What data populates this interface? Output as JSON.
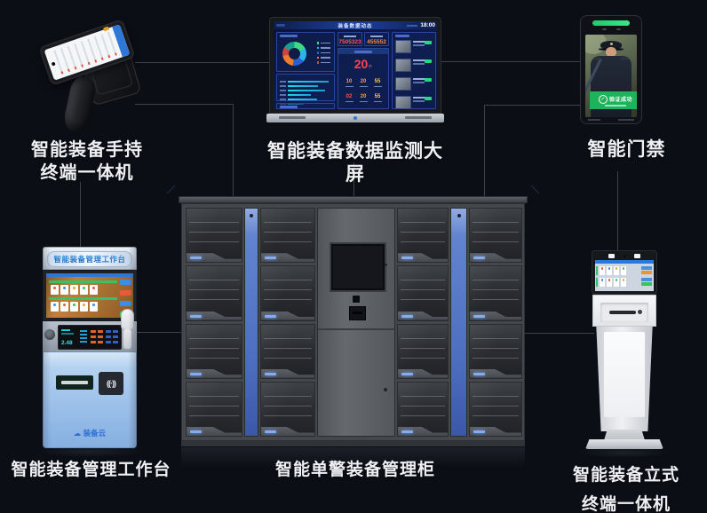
{
  "scene": {
    "background": "#0c0e15",
    "connector_color": "#3d414b"
  },
  "labels": {
    "handheld_line1": "智能装备手持",
    "handheld_line2": "终端一体机",
    "monitor": "智能装备数据监测大屏",
    "access": "智能门禁",
    "workstation": "智能装备管理工作台",
    "cabinet": "智能单警装备管理柜",
    "kiosk_line1": "智能装备立式",
    "kiosk_line2": "终端一体机"
  },
  "dashboard": {
    "title": "装备数据动态",
    "time": "18:00",
    "stat_left": "7505323",
    "stat_right": "455552",
    "big_value": "20",
    "big_unit": "个",
    "grid_row1": [
      "10",
      "20",
      "55"
    ],
    "grid_row2": [
      "02",
      "20",
      "55"
    ]
  },
  "access_device": {
    "banner_text": "验证成功"
  },
  "workstation_device": {
    "header": "智能装备管理工作台",
    "brand": "装备云",
    "meter_value": "2.48"
  },
  "icons": {
    "check": "✓",
    "cloud": "☁",
    "contactless": "((·))"
  }
}
